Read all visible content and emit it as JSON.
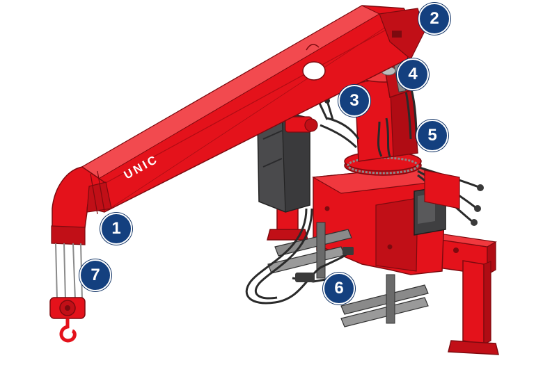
{
  "brand_label": "UNIC",
  "colors": {
    "crane_red": "#e4121b",
    "crane_shadow": "#b00c14",
    "crane_dark": "#7d0a0f",
    "tank_grey": "#4a4a4c",
    "hose_black": "#2a2a2a",
    "badge_blue": "#14407f"
  },
  "callouts": [
    {
      "number": "1",
      "part": "boom-head"
    },
    {
      "number": "2",
      "part": "boom-pivot"
    },
    {
      "number": "3",
      "part": "control-valve"
    },
    {
      "number": "4",
      "part": "lift-cylinder"
    },
    {
      "number": "5",
      "part": "column-hoses"
    },
    {
      "number": "6",
      "part": "outrigger-mount"
    },
    {
      "number": "7",
      "part": "hook-block"
    }
  ]
}
